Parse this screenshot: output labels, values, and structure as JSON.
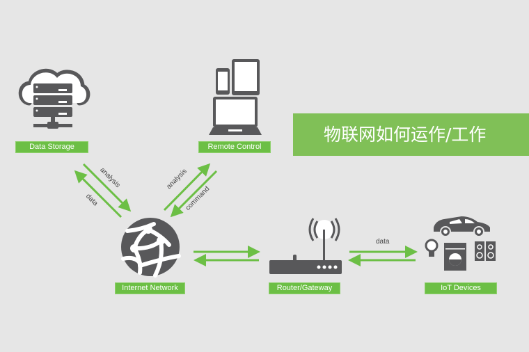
{
  "title": "物联网如何运作/工作",
  "nodes": {
    "data_storage": {
      "label": "Data Storage",
      "icon": "cloud-server-icon"
    },
    "remote_control": {
      "label": "Remote Control",
      "icon": "devices-icon"
    },
    "internet_network": {
      "label": "Internet Network",
      "icon": "globe-network-icon"
    },
    "router_gateway": {
      "label": "Router/Gateway",
      "icon": "router-icon"
    },
    "iot_devices": {
      "label": "IoT Devices",
      "icon": "iot-devices-icon"
    }
  },
  "edges": {
    "storage_to_network": "analysis",
    "network_to_storage": "data",
    "network_to_remote": "analysis",
    "remote_to_network": "command",
    "router_devices": "data"
  },
  "colors": {
    "accent": "#6cbf45",
    "title_bg": "#80c057",
    "icon": "#58585a",
    "background": "#e6e6e6"
  }
}
